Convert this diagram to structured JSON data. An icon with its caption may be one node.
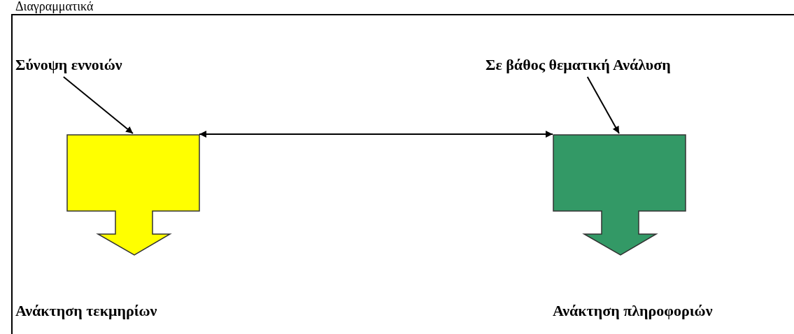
{
  "diagram": {
    "title": "Διαγραμματικά",
    "nodes": [
      {
        "text": [
          "Σύνοψη εννοιών"
        ]
      },
      {
        "text": [],
        "shape": "arrow",
        "beside": [
          "Ανάκτηση τεκμηρίων"
        ]
      },
      {
        "text": [
          "Σε βάθος θεματική Ανάλυση"
        ]
      },
      {
        "text": [],
        "shape": "arrow",
        "beside": [
          "Ανάκτηση πληροφοριών"
        ]
      }
    ],
    "edges": [
      {
        "from": 0,
        "to": 1,
        "arrow": "to"
      },
      {
        "from": 2,
        "to": 3,
        "arrow": "to"
      },
      {
        "from": 1,
        "to": 3,
        "arrow": "both"
      }
    ]
  }
}
